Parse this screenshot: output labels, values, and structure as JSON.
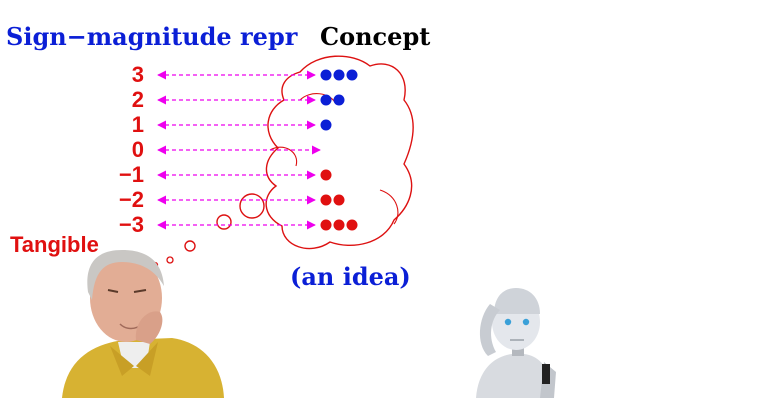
{
  "title_left": "Sign−magnitude repr",
  "title_right": "Concept",
  "rows": [
    {
      "label": "3",
      "dots": 3,
      "sign": "positive"
    },
    {
      "label": "2",
      "dots": 2,
      "sign": "positive"
    },
    {
      "label": "1",
      "dots": 1,
      "sign": "positive"
    },
    {
      "label": "0",
      "dots": 0,
      "sign": "zero"
    },
    {
      "label": "−1",
      "dots": 1,
      "sign": "negative"
    },
    {
      "label": "−2",
      "dots": 2,
      "sign": "negative"
    },
    {
      "label": "−3",
      "dots": 3,
      "sign": "negative"
    }
  ],
  "tangible_label": "Tangible",
  "idea_label": "(an idea)",
  "colors": {
    "positive_dot": "#0b1fd6",
    "negative_dot": "#e01010",
    "arrow": "#ee00ee",
    "cloud": "#dd1111",
    "label": "#e01010",
    "blue_text": "#0b1fd6"
  },
  "illustrations": [
    "thinking-man-illustration",
    "robot-illustration"
  ]
}
